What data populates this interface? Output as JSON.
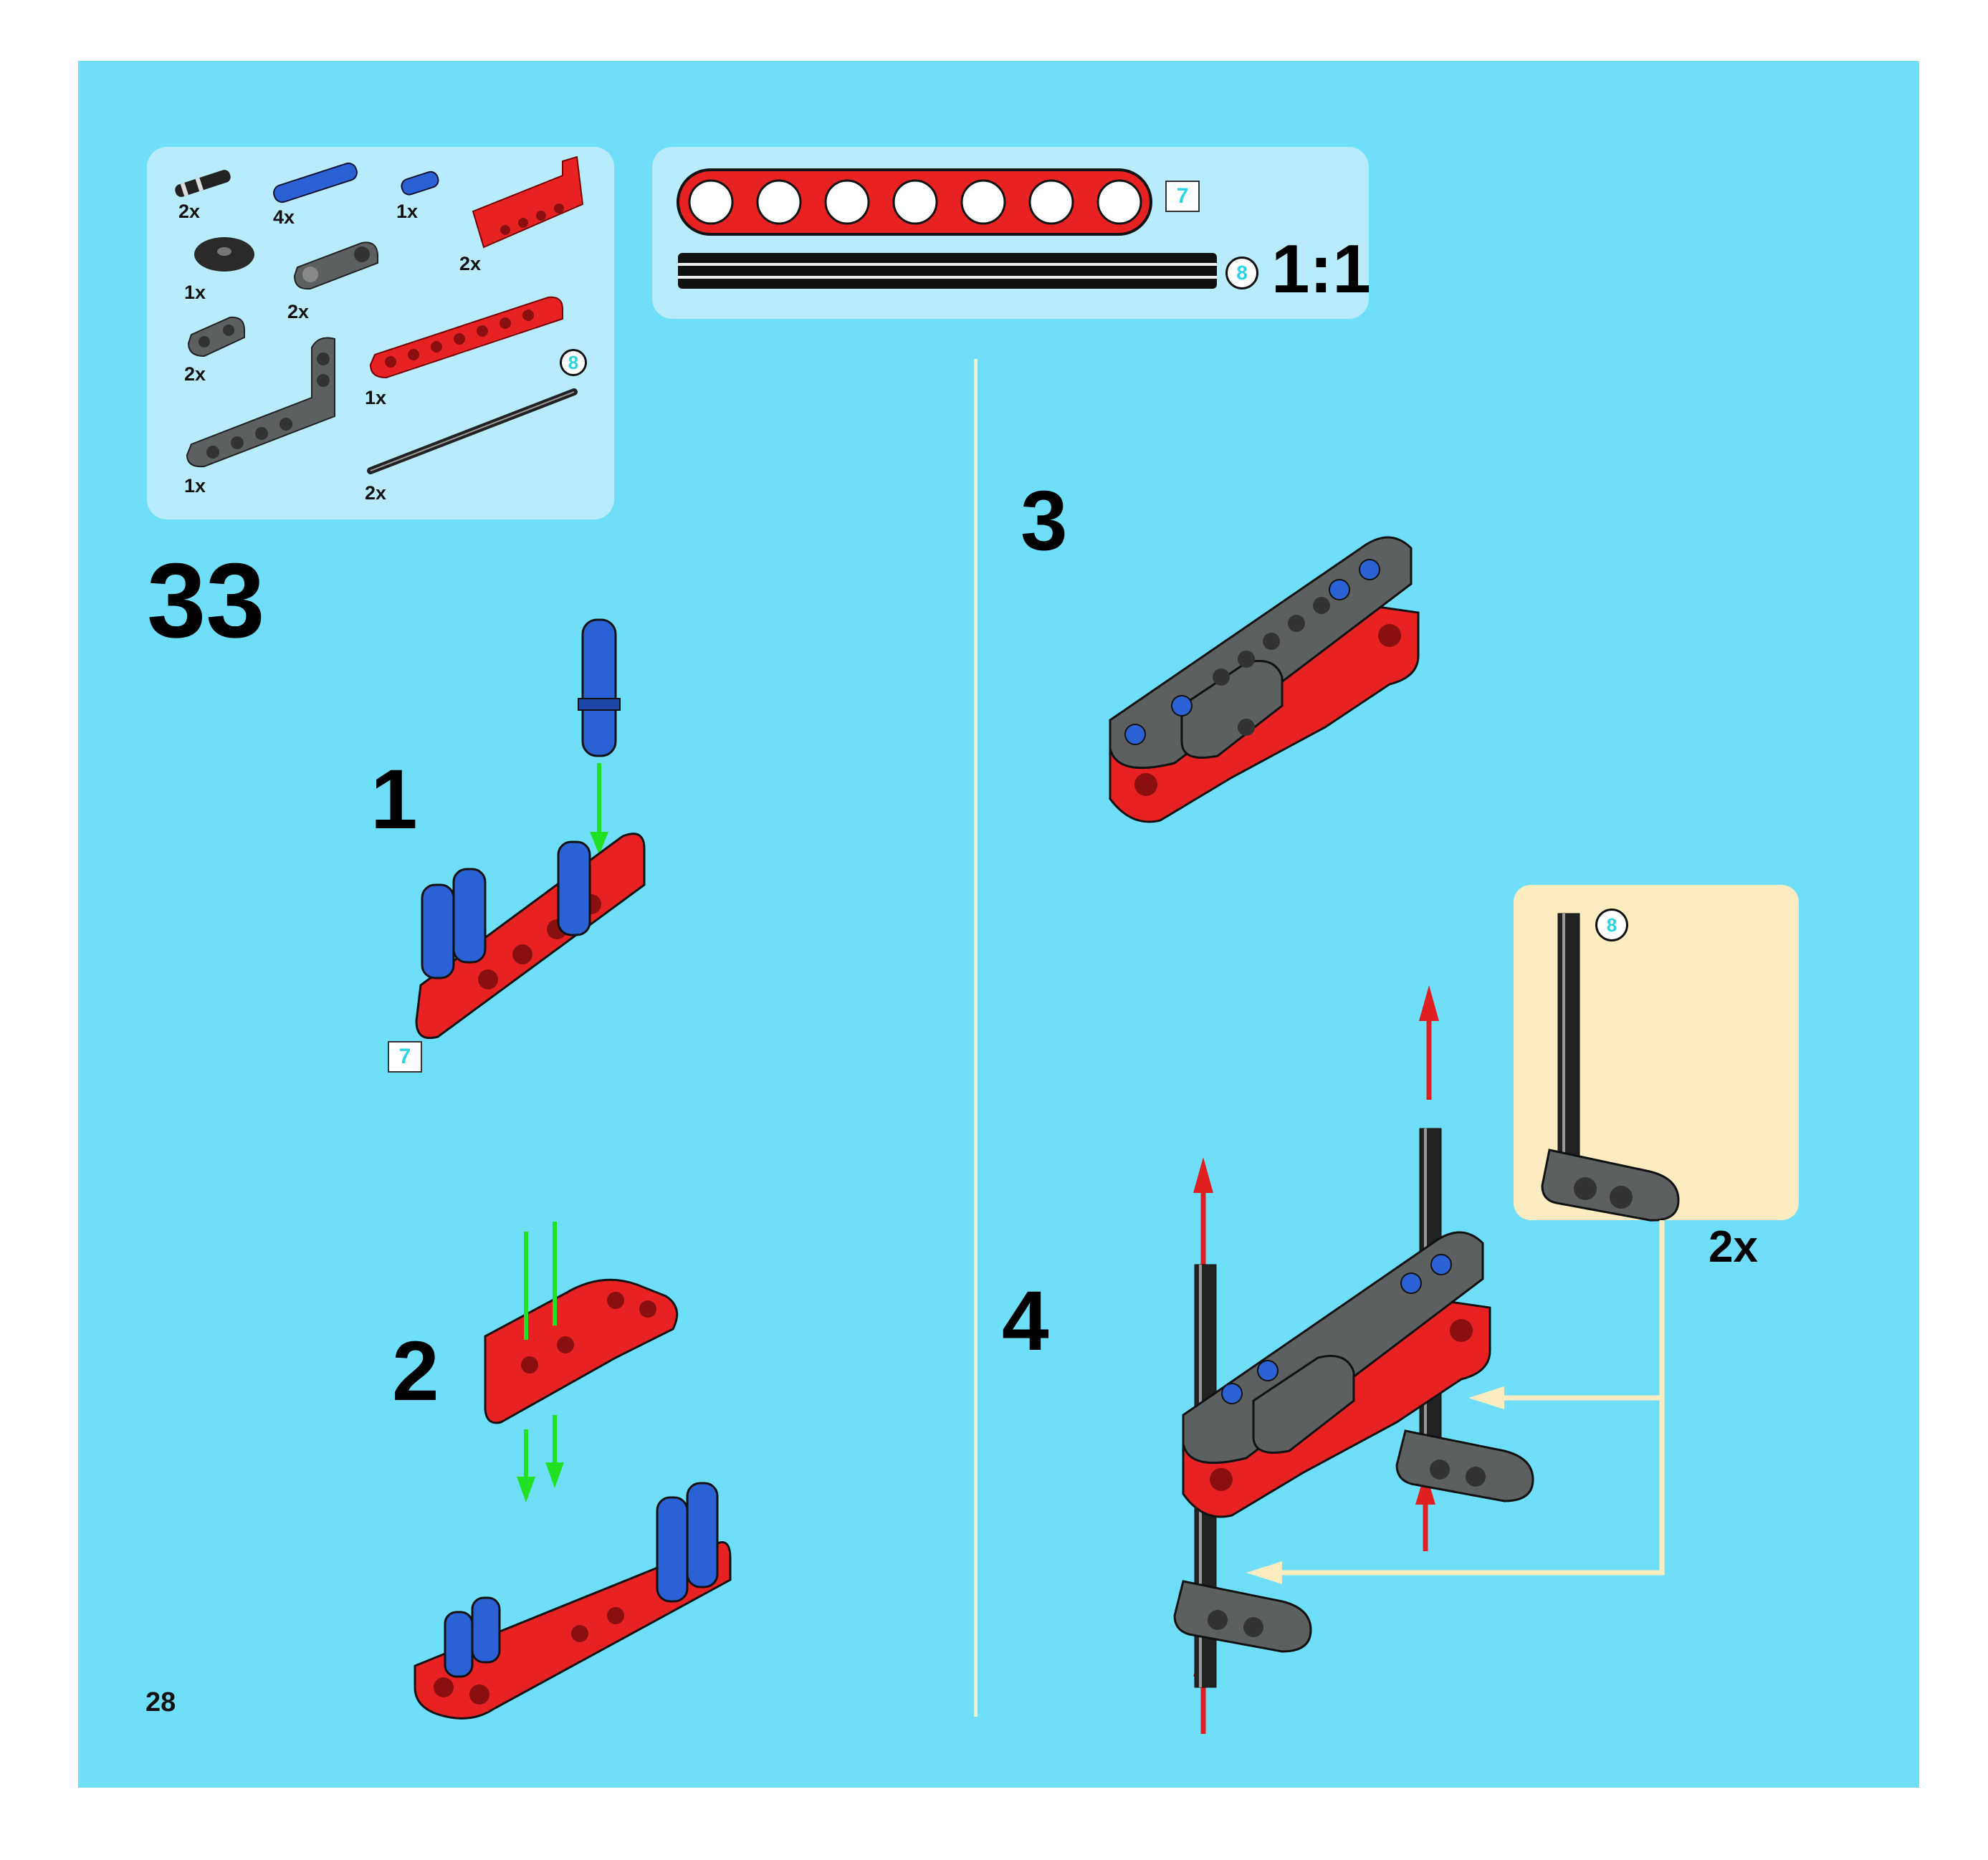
{
  "page_number": "28",
  "step_number": "33",
  "parts_list": {
    "quantities": [
      "2x",
      "4x",
      "1x",
      "2x",
      "1x",
      "2x",
      "2x",
      "1x",
      "1x",
      "2x"
    ],
    "axle_length_badge": "8"
  },
  "scale_box": {
    "beam_length_badge": "7",
    "axle_length_badge": "8",
    "scale_label": "1:1"
  },
  "substeps": {
    "one": "1",
    "two": "2",
    "three": "3",
    "four": "4",
    "beam_length_badge": "7"
  },
  "subassembly_callout": {
    "axle_length_badge": "8",
    "quantity": "2x"
  },
  "colors": {
    "page_background": "#6fdff9",
    "panel_background": "#b8ecfc",
    "callout_background": "#fdecc0",
    "red_part": "#e82222",
    "gray_part": "#5c6060",
    "blue_pin": "#2a62d6",
    "green_arrow": "#22e022",
    "red_arrow": "#e02020"
  }
}
